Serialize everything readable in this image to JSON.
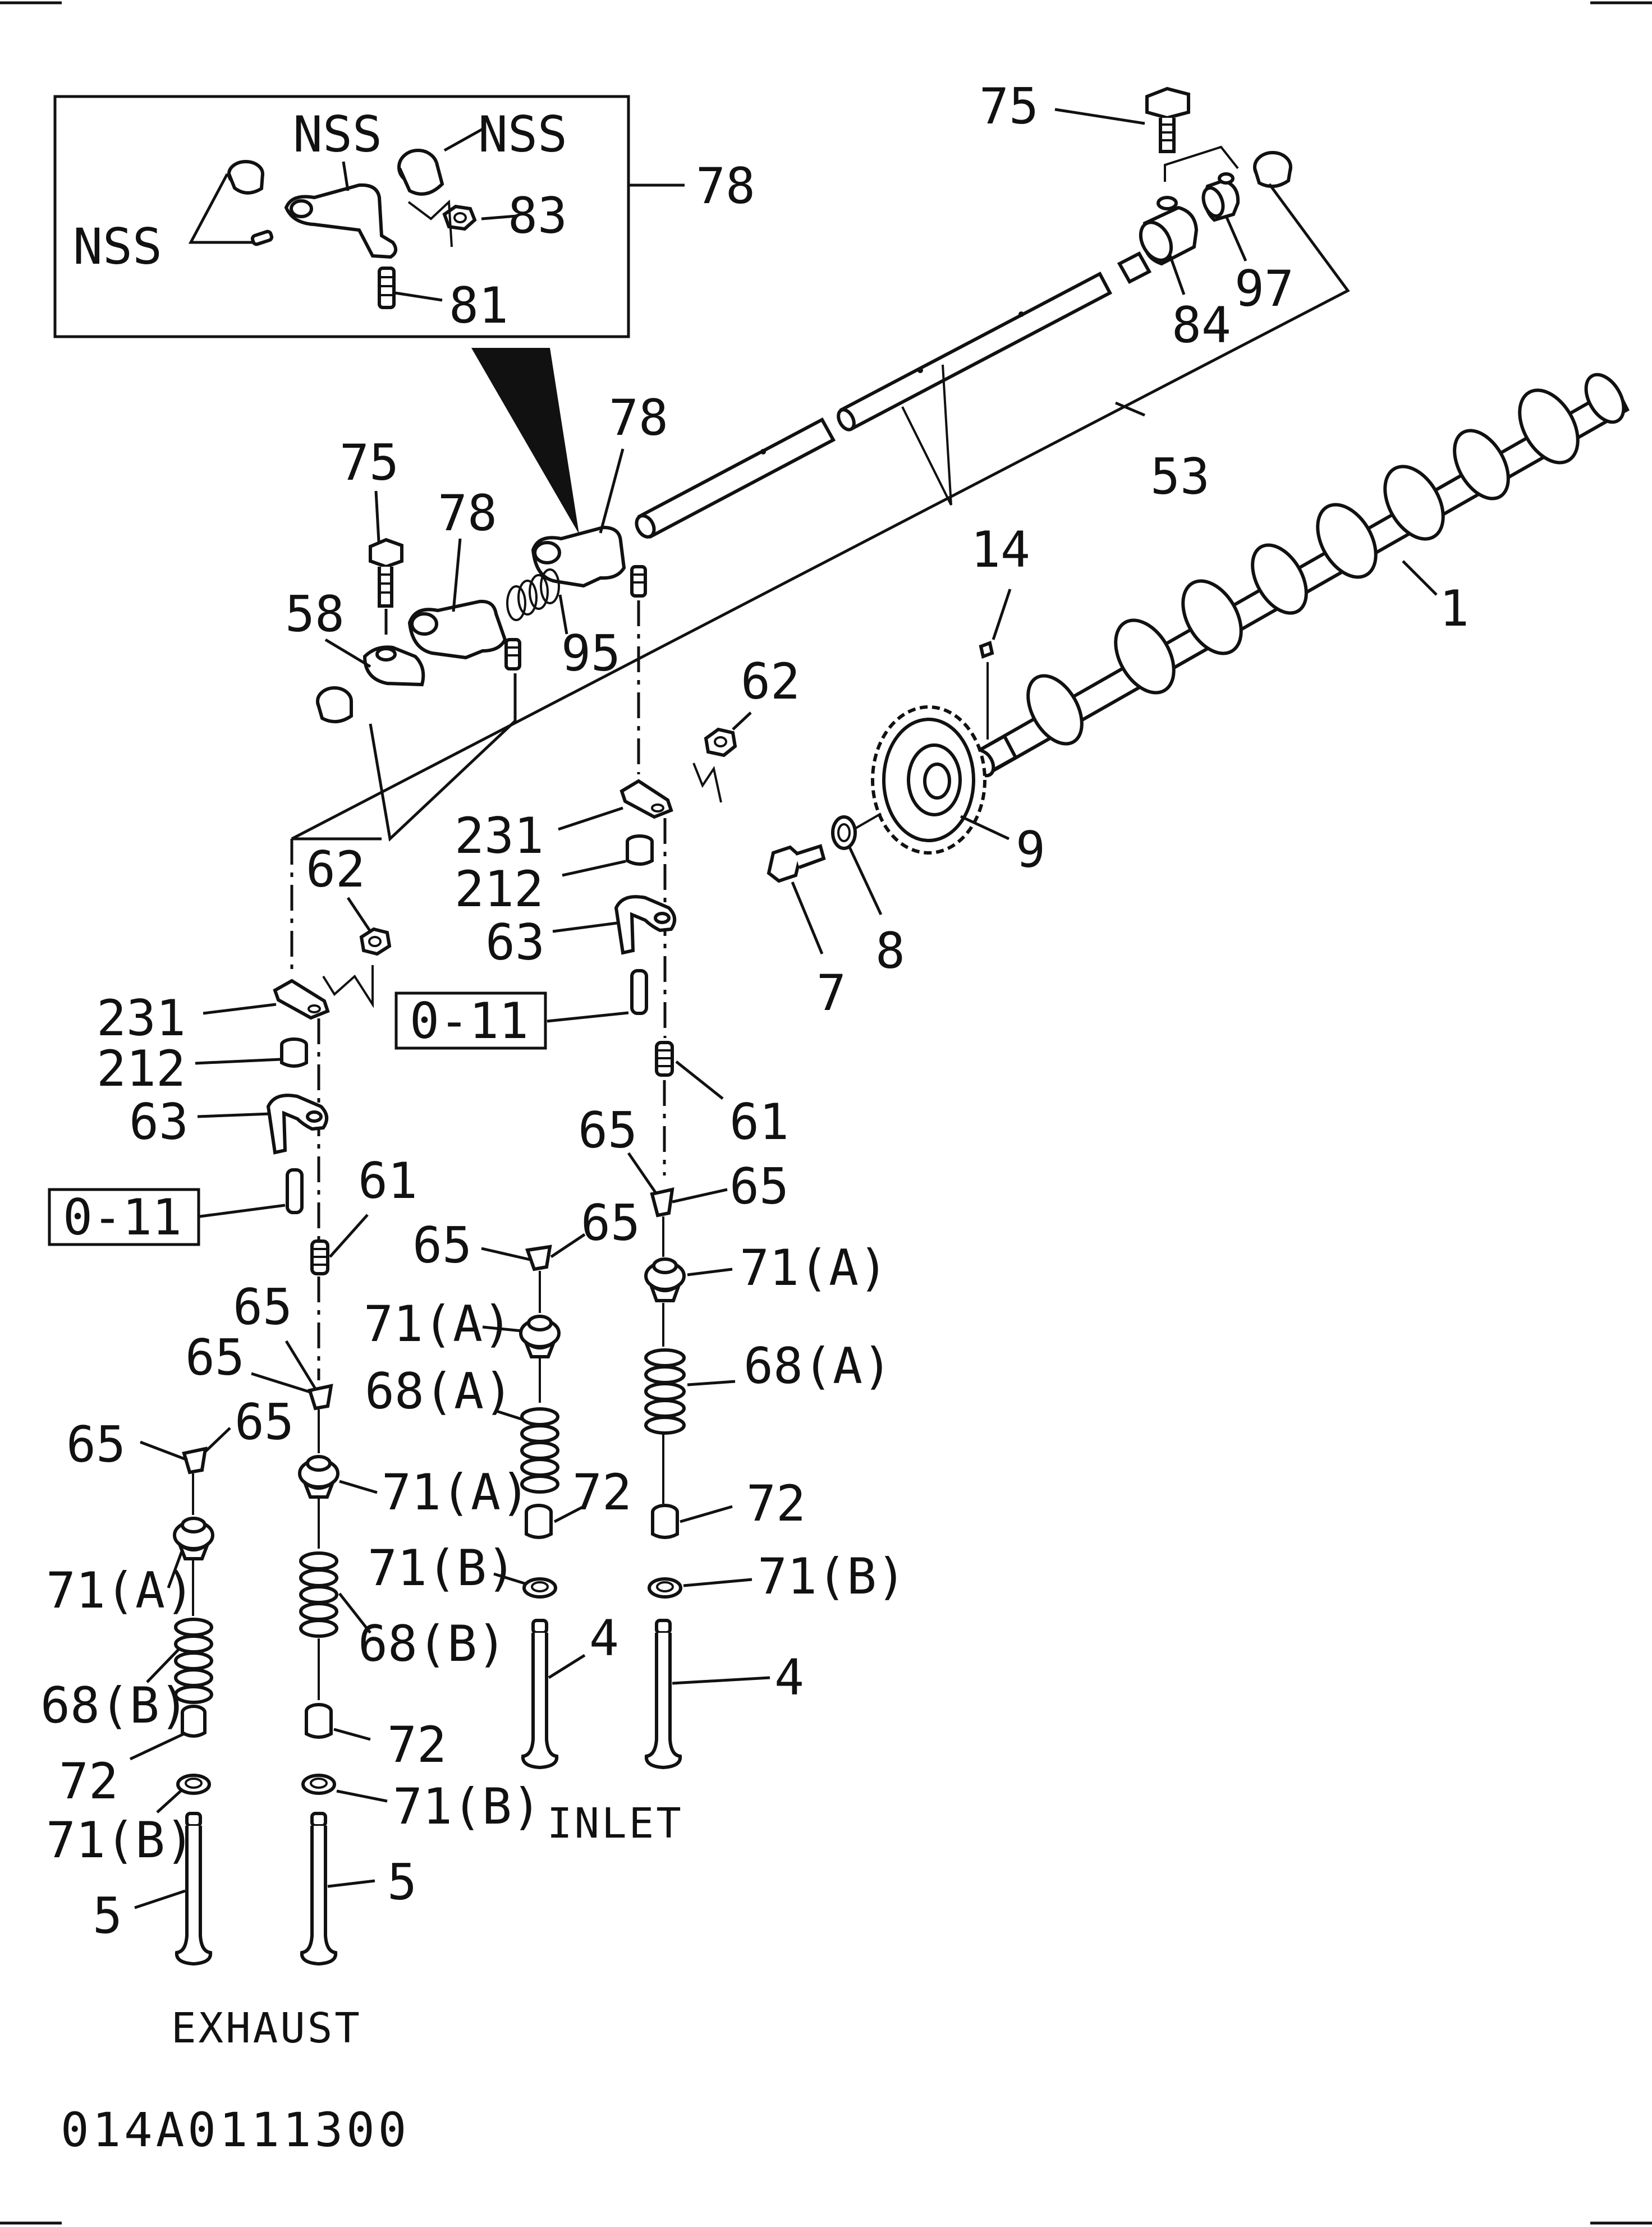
{
  "callouts": {
    "c1": "1",
    "c4a": "4",
    "c4b": "4",
    "c5a": "5",
    "c5b": "5",
    "c7": "7",
    "c8": "8",
    "c9": "9",
    "c14": "14",
    "c53": "53",
    "c58": "58",
    "c61a": "61",
    "c61b": "61",
    "c62a": "62",
    "c62b": "62",
    "c63a": "63",
    "c63b": "63",
    "c65a": "65",
    "c65b": "65",
    "c65c": "65",
    "c65d": "65",
    "c65e": "65",
    "c65f": "65",
    "c65g": "65",
    "c65h": "65",
    "c68a1": "68(A)",
    "c68a2": "68(A)",
    "c68b1": "68(B)",
    "c68b2": "68(B)",
    "c71a1": "71(A)",
    "c71a2": "71(A)",
    "c71a3": "71(A)",
    "c71a4": "71(A)",
    "c71b1": "71(B)",
    "c71b2": "71(B)",
    "c71b3": "71(B)",
    "c71b4": "71(B)",
    "c72a": "72",
    "c72b": "72",
    "c72c": "72",
    "c72d": "72",
    "c75a": "75",
    "c75b": "75",
    "c78a": "78",
    "c78b": "78",
    "c78c": "78",
    "c81": "81",
    "c83": "83",
    "c84": "84",
    "c95": "95",
    "c97": "97",
    "c212a": "212",
    "c212b": "212",
    "c231a": "231",
    "c231b": "231",
    "nss1": "NSS",
    "nss2": "NSS",
    "nss3": "NSS"
  },
  "refs": {
    "ref1": "0-11",
    "ref2": "0-11"
  },
  "sections": {
    "inlet": "INLET",
    "exhaust": "EXHAUST"
  },
  "diagram_code": "014A0111300"
}
